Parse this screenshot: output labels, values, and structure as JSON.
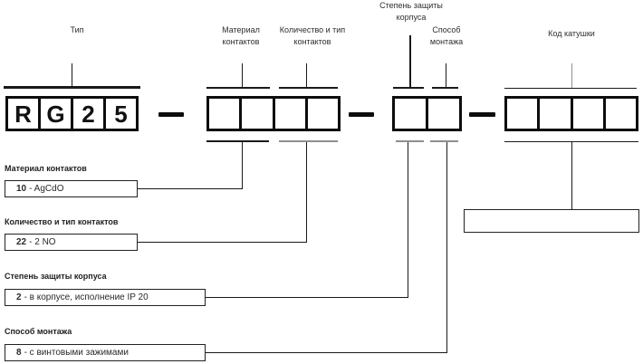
{
  "top_labels": {
    "type": "Тип",
    "contact_material_l1": "Материал",
    "contact_material_l2": "контактов",
    "contact_count_l1": "Количество и тип",
    "contact_count_l2": "контактов",
    "protection_l1": "Степень защиты",
    "protection_l2": "корпуса",
    "mounting_l1": "Способ",
    "mounting_l2": "монтажа",
    "coil_code": "Код катушки"
  },
  "code_row": {
    "type_cells": [
      "R",
      "G",
      "2",
      "5"
    ],
    "group2_cells": [
      "",
      "",
      "",
      ""
    ],
    "group3_cells": [
      "",
      ""
    ],
    "group4_cells": [
      "",
      "",
      "",
      ""
    ]
  },
  "legend": [
    {
      "title": "Материал контактов",
      "code": "10",
      "desc": "- AgCdO"
    },
    {
      "title": "Количество и тип контактов",
      "code": "22",
      "desc": "- 2 NO"
    },
    {
      "title": "Степень защиты корпуса",
      "code": "2",
      "desc": "- в корпусе, исполнение IP 20"
    },
    {
      "title": "Способ монтажа",
      "code": "8",
      "desc": "- с винтовыми зажимами"
    }
  ],
  "colors": {
    "line": "#1a1a1a",
    "gray_line": "#8f8f8f"
  }
}
